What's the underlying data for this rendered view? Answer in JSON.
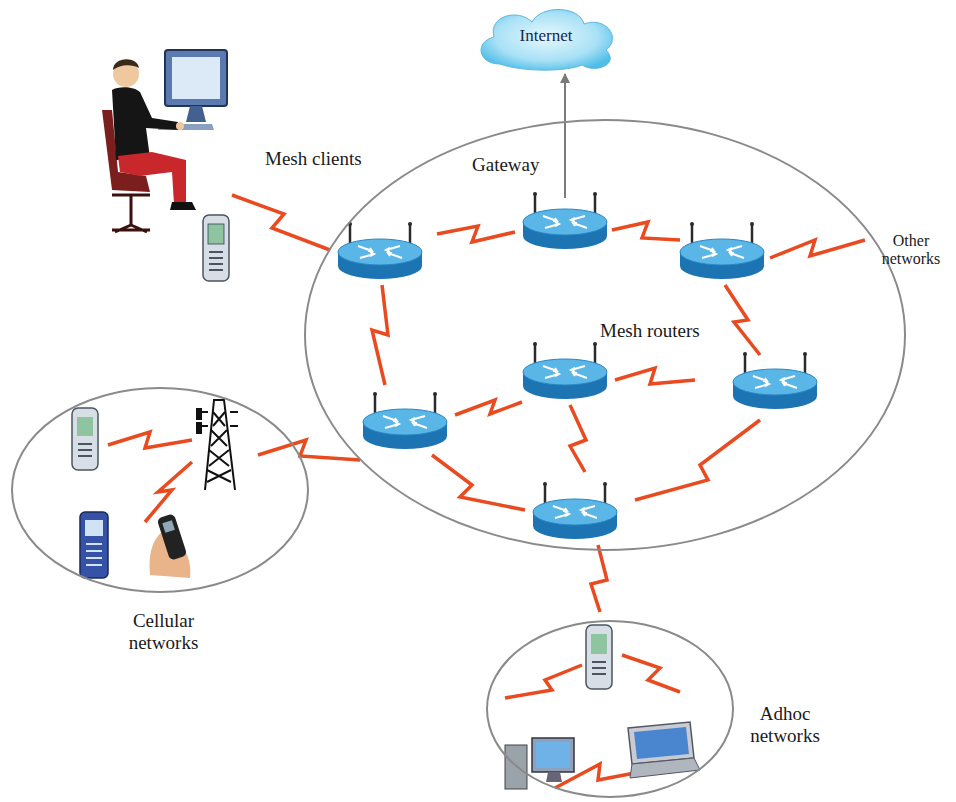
{
  "diagram": {
    "nodes": [
      {
        "text": [
          "Internet"
        ]
      },
      {
        "text": [
          "Mesh routers"
        ]
      },
      {
        "text": [
          "Gateway"
        ],
        "in": 1
      },
      {
        "text": [
          "Cellular networks"
        ]
      },
      {
        "text": [
          "Adhoc networks"
        ]
      }
    ],
    "edges": [
      {
        "from": 2,
        "to": 0,
        "arrow": "to"
      }
    ],
    "labels": [
      "Mesh clients",
      "Other networks"
    ]
  }
}
